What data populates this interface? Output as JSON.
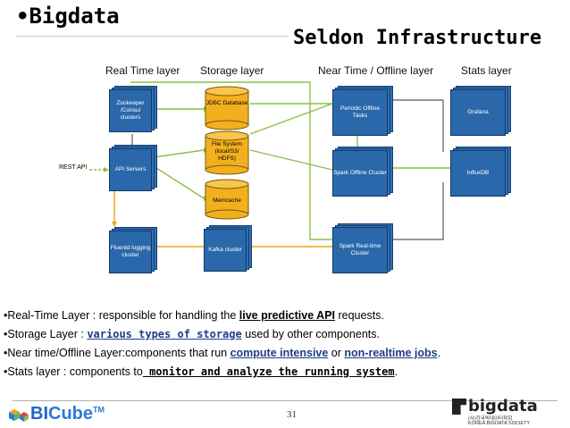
{
  "slide": {
    "title": "Bigdata",
    "title_bullet": "•",
    "subtitle": "Seldon Infrastructure"
  },
  "layers": [
    "Real Time layer",
    "Storage layer",
    "Near Time / Offline layer",
    "Stats layer"
  ],
  "diagram": {
    "rest_api": "REST API",
    "realtime": [
      {
        "label": "Zookeeper /Consul clusters"
      },
      {
        "label": "API Servers"
      },
      {
        "label": "Fluentd logging cluster"
      }
    ],
    "storage": [
      {
        "label": "JDBC Database"
      },
      {
        "label": "File System (local/S3/ HDFS)"
      },
      {
        "label": "Memcache"
      },
      {
        "label": "Kafka cluster"
      }
    ],
    "offline": [
      {
        "label": "Periodic Offline Tasks"
      },
      {
        "label": "Spark Offline Cluster"
      },
      {
        "label": "Spark Real-time Cluster"
      }
    ],
    "stats": [
      {
        "label": "Grafana"
      },
      {
        "label": "InfluxDB"
      }
    ],
    "colors": {
      "box": "#2b68ab",
      "cylinder": "#f2b01e",
      "arrow_green": "#8cc04a",
      "arrow_orange": "#f0a21a",
      "arrow_dark": "#5a5a5a"
    }
  },
  "bullets": [
    {
      "pre": "•Real-Time Layer : responsible for handling the ",
      "hl": "live predictive API",
      "post": " requests."
    },
    {
      "pre": "•Storage Layer : ",
      "hl": "various types of storage",
      "post": " used by other components."
    },
    {
      "pre": "•Near time/Offline Layer:components that run ",
      "hl": "compute intensive",
      "mid": " or  ",
      "hl2": "non-realtime jobs",
      "post": "."
    },
    {
      "pre": "•Stats layer : components to",
      "hl": " monitor and analyze the running system",
      "post": "."
    }
  ],
  "footer": {
    "brand_left_a": "BI",
    "brand_left_b": "Cube",
    "brand_tm": "TM",
    "page_number": "31",
    "brand_right": "bigdata",
    "brand_right_sub": "(사)한국빅데이터학회",
    "brand_right_sub2": "KOREA BIGDATA SOCIETY"
  }
}
